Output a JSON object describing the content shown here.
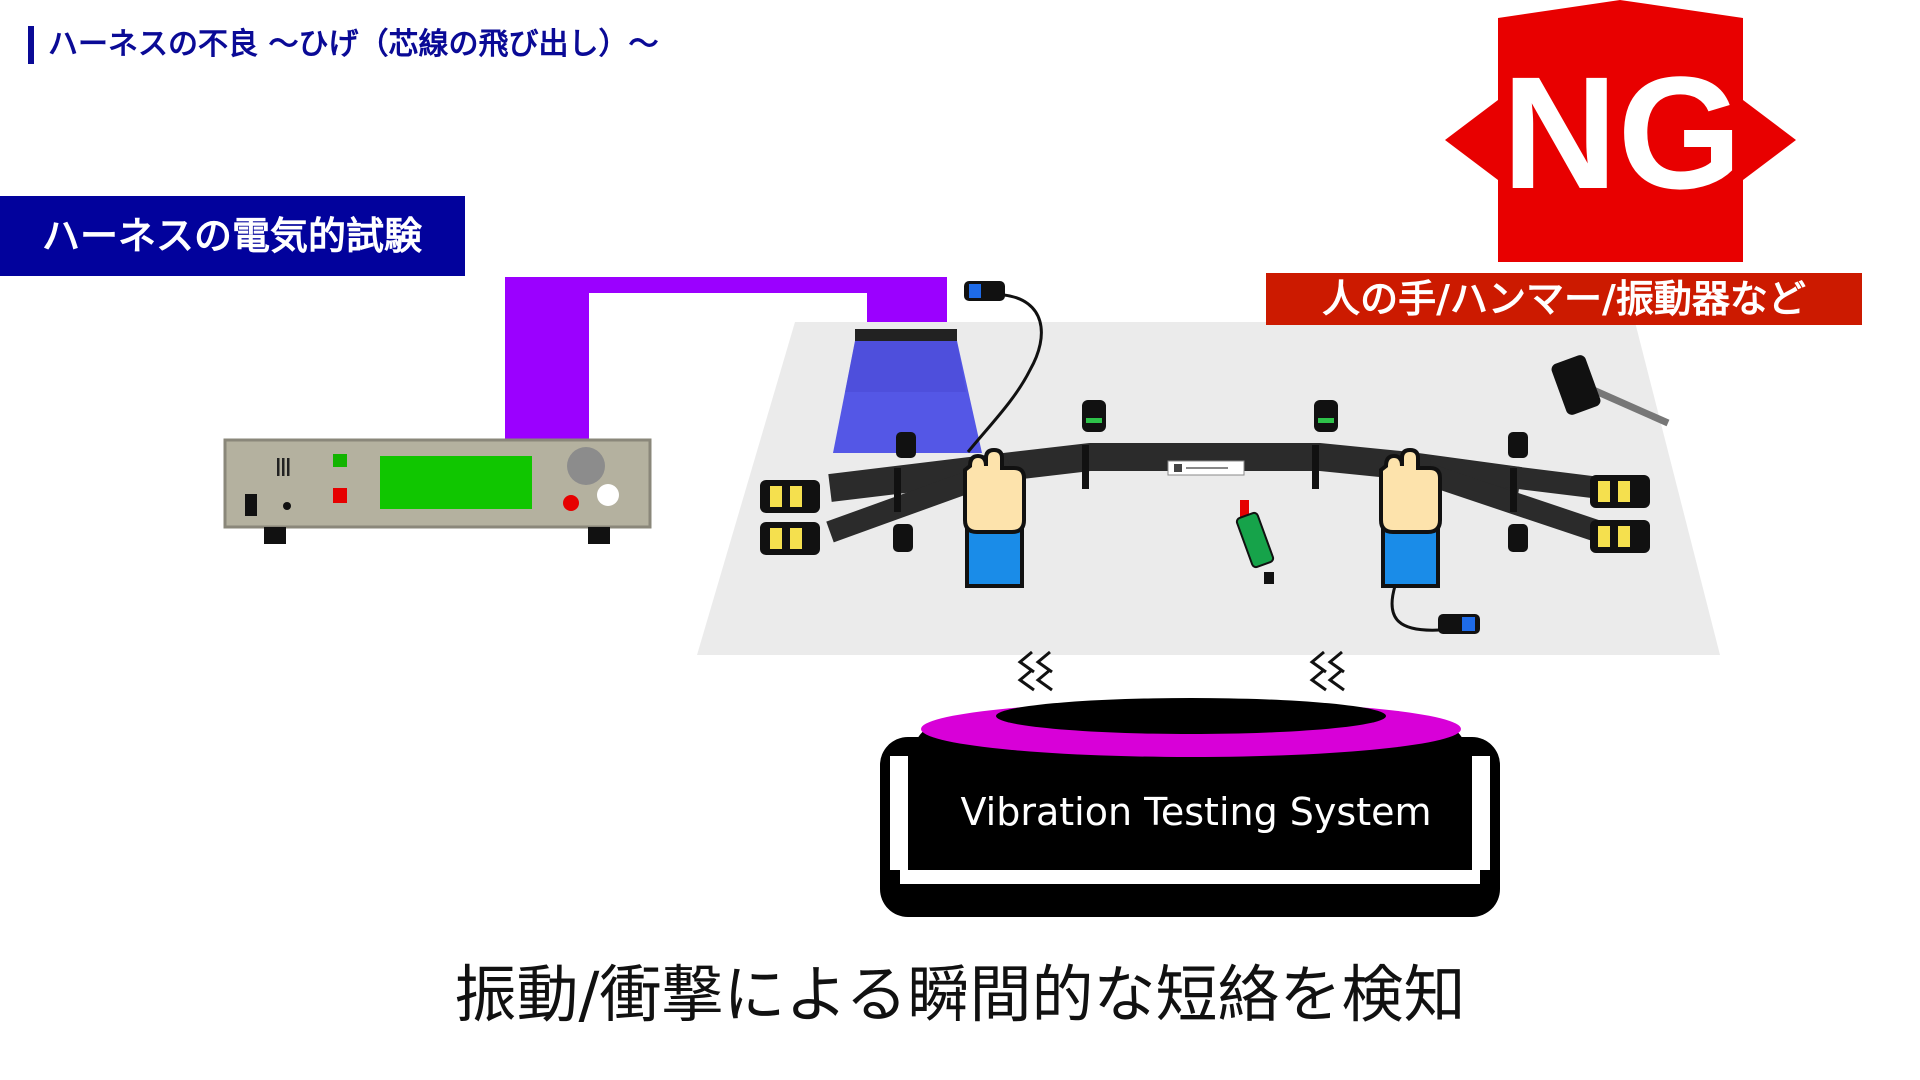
{
  "header": {
    "title": "ハーネスの不良 〜ひげ（芯線の飛び出し）〜"
  },
  "section": {
    "label": "ハーネスの電気的試験"
  },
  "badge": {
    "text": "NG",
    "color": "#e80000"
  },
  "method": {
    "label": "人の手/ハンマー/振動器など"
  },
  "shaker": {
    "label": "Vibration Testing System"
  },
  "caption": {
    "text": "振動/衝撃による瞬間的な短絡を検知"
  },
  "colors": {
    "title_blue": "#0a0a96",
    "label_navy": "#02029c",
    "cable_purple": "#9b00ff",
    "adapter_blue": "#5457e6",
    "screen_green": "#10c600",
    "shaker_magenta": "#d800d8",
    "method_red": "#cc1a00"
  }
}
